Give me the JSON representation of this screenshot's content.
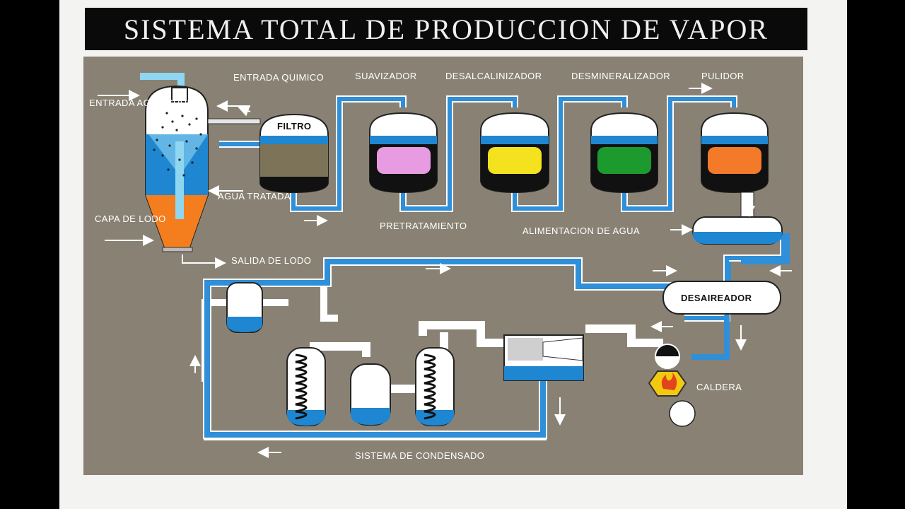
{
  "title": "SISTEMA TOTAL DE PRODUCCION DE VAPOR",
  "labels": {
    "entrada_agua_cruda": "ENTRADA AGUA CRUDA",
    "entrada_quimico": "ENTRADA QUIMICO",
    "agua_tratada": "AGUA TRATADA",
    "capa_de_lodo": "CAPA DE LODO",
    "salida_de_lodo": "SALIDA DE LODO",
    "filtro": "FILTRO",
    "suavizador": "SUAVIZADOR",
    "desalcalinizador": "DESALCALINIZADOR",
    "desmineralizador": "DESMINERALIZADOR",
    "pulidor": "PULIDOR",
    "pretratamiento": "PRETRATAMIENTO",
    "alimentacion_de_agua": "ALIMENTACION DE AGUA",
    "desaireador": "DESAIREADOR",
    "caldera": "CALDERA",
    "sistema_de_condensado": "SISTEMA DE CONDENSADO"
  },
  "colors": {
    "background": "#898274",
    "pipe": "#2f8fd8",
    "water": "#1f86d1",
    "sludge": "#f47d1e",
    "suavizador_resin": "#e79be0",
    "desalcalinizador_resin": "#f4e21e",
    "desmineralizador_resin": "#1c9a2e",
    "pulidor_resin": "#f27a28",
    "filter_media": "#7c7358"
  }
}
